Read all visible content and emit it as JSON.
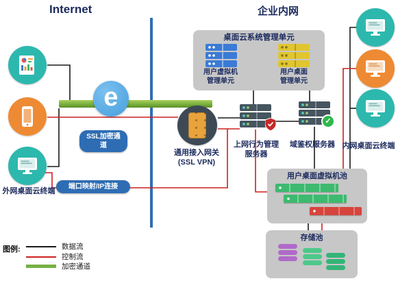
{
  "titles": {
    "internet": "Internet",
    "intranet": "企业内网"
  },
  "external": {
    "terminal_label": "外网桌面云终端",
    "ssl_channel_label": "SSL加密通道",
    "port_mapping_label": "端口映射/IP连接"
  },
  "gateway": {
    "label": "通用接入网关\n(SSL VPN)"
  },
  "management_unit": {
    "title": "桌面云系统管理单元",
    "vm_unit_label": "用户虚拟机\n管理单元",
    "desktop_unit_label": "用户桌面\n管理单元"
  },
  "servers": {
    "behavior_label": "上网行为管理\n服务器",
    "auth_label": "域鉴权服务器"
  },
  "internal": {
    "terminal_label": "内网桌面云终端"
  },
  "vm_pool": {
    "title": "用户桌面虚拟机池"
  },
  "storage_pool": {
    "title": "存储池"
  },
  "legend": {
    "title": "图例:",
    "items": [
      {
        "label": "数据流",
        "color": "#1a1a1a"
      },
      {
        "label": "控制流",
        "color": "#cc2020"
      },
      {
        "label": "加密通道",
        "color": "#76b043"
      }
    ]
  },
  "colors": {
    "teal": "#2db8ae",
    "orange": "#ee8a33",
    "ie-blue": "#459fdd",
    "divider": "#2f6db5",
    "pill": "#2e6db4",
    "navy": "#1b2a5e",
    "box-gray": "#c7c7c7",
    "band-green": "#7cb342",
    "data-line": "#1a1a1a",
    "control-line": "#cc2020",
    "server-blue": "#3a7bd5",
    "server-yellow": "#e0c52f",
    "server-dark": "#46555f",
    "pool-green": "#3dba6f",
    "pool-red": "#d6453d",
    "storage-purple": "#b06ac9",
    "storage-green": "#4cc98a",
    "gateway-dark": "#3d4a56",
    "door-orange": "#e8a33d"
  }
}
